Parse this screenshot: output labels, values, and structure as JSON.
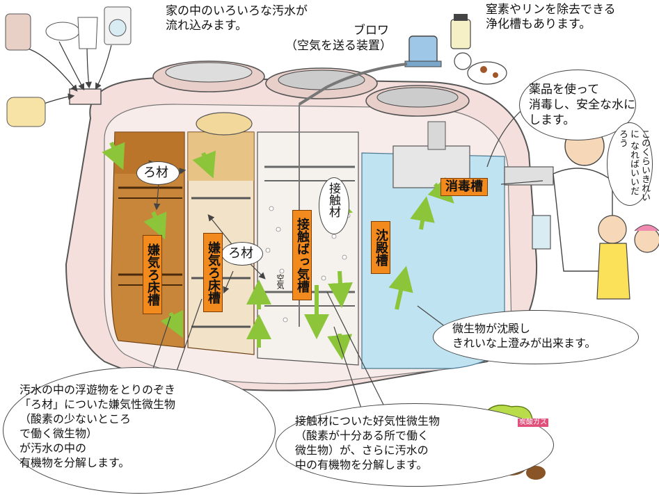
{
  "annotations": {
    "inflow": "家の中のいろいろな汚水が\n流れ込みます。",
    "blower_name": "ブロワ",
    "blower_desc": "（空気を送る装置）",
    "nitrogen": "窒素やリンを除去できる\n浄化槽もあります。",
    "disinfect": "薬品を使って\n消毒し、安全な水に\nします。",
    "speech": "このくらいきれいに\nなればいいだろう",
    "settle": "微生物が沈殿し\nきれいな上澄みが出来ます。",
    "anaerobic": "汚水の中の浮遊物をとりのぞき\n「ろ材」についた嫌気性微生物\n（酸素の少ないところ\nで働く微生物）\nが汚水の中の\n有機物を分解します。",
    "aerobic": "接触材についた好気性微生物\n（酸素が十分ある所で働く\n微生物）が、さらに汚水の\n中の有機物を分解します。",
    "filter_media_1": "ろ材",
    "filter_media_2": "ろ材",
    "contact_media": "接触材",
    "air_label": "空気",
    "gas_label": "炭酸ガス"
  },
  "tanks": {
    "anaerobic_1": "嫌気ろ床槽",
    "anaerobic_2": "嫌気ろ床槽",
    "aeration": "接触ばっ気槽",
    "settling": "沈殿槽",
    "disinfection": "消毒槽"
  },
  "colors": {
    "tank_label": "#f28a1d",
    "sludge": "#c8863a",
    "water": "#bfe3f1",
    "arrow": "#a7d64a",
    "shell": "#f4dfdc"
  }
}
